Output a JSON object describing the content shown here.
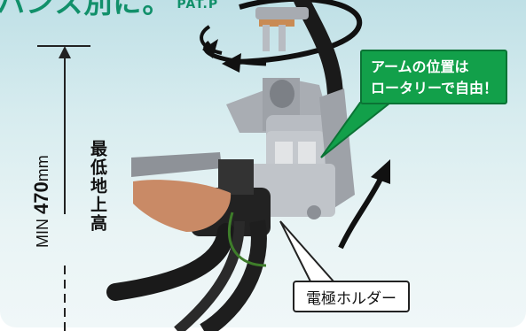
{
  "headline": {
    "text": "ハンス別に。",
    "pat": "PAT.P"
  },
  "dimension": {
    "prefix": "MIN ",
    "value": "470",
    "unit": "mm"
  },
  "vertical_label": "最低地上高",
  "callout_arm": {
    "line1": "アームの位置は",
    "line2": "ロータリーで自由！"
  },
  "callout_holder": "電極ホルダー",
  "colors": {
    "accent_green": "#12a04a",
    "headline_green": "#11906a",
    "bg": "#d7ecef"
  }
}
